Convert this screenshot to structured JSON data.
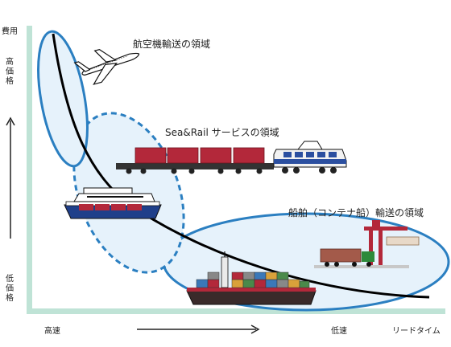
{
  "axes": {
    "y_label": "費用",
    "y_high": [
      "高",
      "価",
      "格"
    ],
    "y_low": [
      "低",
      "価",
      "格"
    ],
    "x_high_speed": "高速",
    "x_low_speed": "低速",
    "x_label": "リードタイム"
  },
  "regions": {
    "air": "航空機輸送の領域",
    "sea_rail": "Sea&Rail サービスの領域",
    "ship": "船舶（コンテナ船）輸送の領域"
  },
  "colors": {
    "axis": "#bfe3d6",
    "ellipse_stroke": "#2b7fc1",
    "ellipse_fill": "#e6f2fb",
    "curve": "#000000",
    "container": "#b3283a"
  }
}
